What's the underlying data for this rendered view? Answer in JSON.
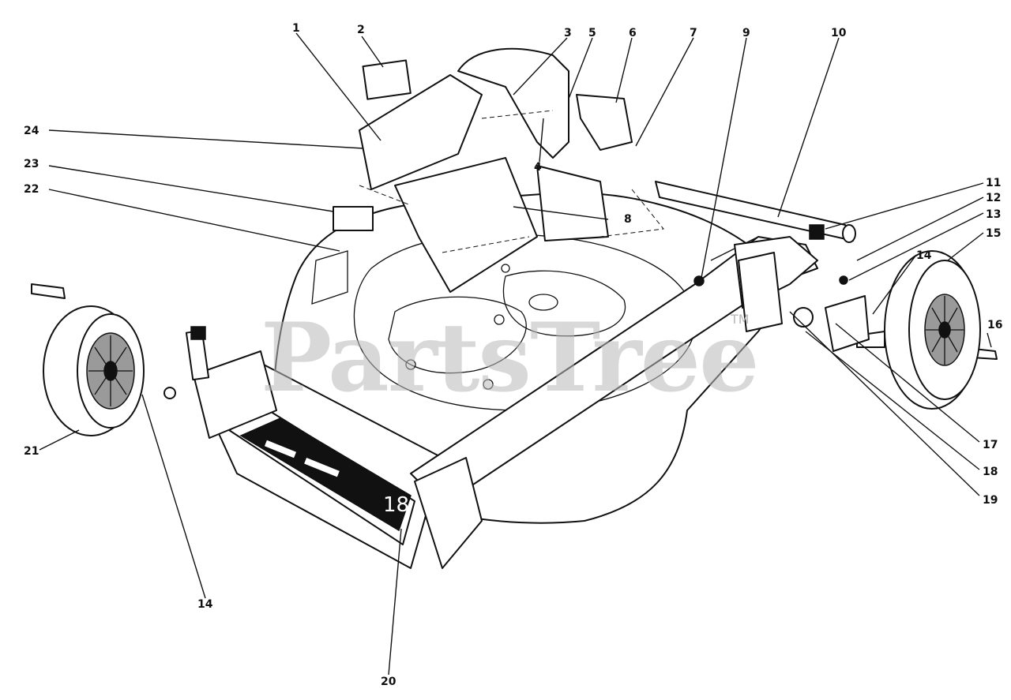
{
  "watermark": {
    "text": "PartsTree",
    "tm": "TM"
  },
  "deck_label": "18",
  "callouts": [
    {
      "id": "1",
      "label": "1"
    },
    {
      "id": "2",
      "label": "2"
    },
    {
      "id": "3",
      "label": "3"
    },
    {
      "id": "4",
      "label": "4"
    },
    {
      "id": "5",
      "label": "5"
    },
    {
      "id": "6",
      "label": "6"
    },
    {
      "id": "7",
      "label": "7"
    },
    {
      "id": "8",
      "label": "8"
    },
    {
      "id": "9",
      "label": "9"
    },
    {
      "id": "10",
      "label": "10"
    },
    {
      "id": "11",
      "label": "11"
    },
    {
      "id": "12",
      "label": "12"
    },
    {
      "id": "13",
      "label": "13"
    },
    {
      "id": "14a",
      "label": "14"
    },
    {
      "id": "15",
      "label": "15"
    },
    {
      "id": "16",
      "label": "16"
    },
    {
      "id": "17",
      "label": "17"
    },
    {
      "id": "18",
      "label": "18"
    },
    {
      "id": "19",
      "label": "19"
    },
    {
      "id": "20",
      "label": "20"
    },
    {
      "id": "21",
      "label": "21"
    },
    {
      "id": "22",
      "label": "22"
    },
    {
      "id": "23",
      "label": "23"
    },
    {
      "id": "24",
      "label": "24"
    },
    {
      "id": "14b",
      "label": "14"
    }
  ]
}
